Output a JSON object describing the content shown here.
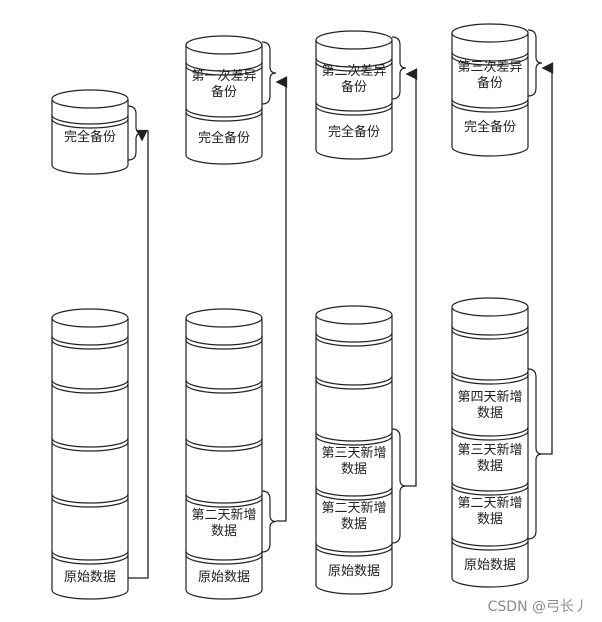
{
  "labels": {
    "full_backup": "完全备份",
    "diff_1": "第一次差异\n备份",
    "diff_2": "第二次差异\n备份",
    "diff_3": "第三次差异\n备份",
    "original_data": "原始数据",
    "day2_new": "第二天新增\n数据",
    "day3_new": "第三天新增\n数据",
    "day4_new": "第四天新增\n数据"
  },
  "watermark": "CSDN @弓长丿"
}
